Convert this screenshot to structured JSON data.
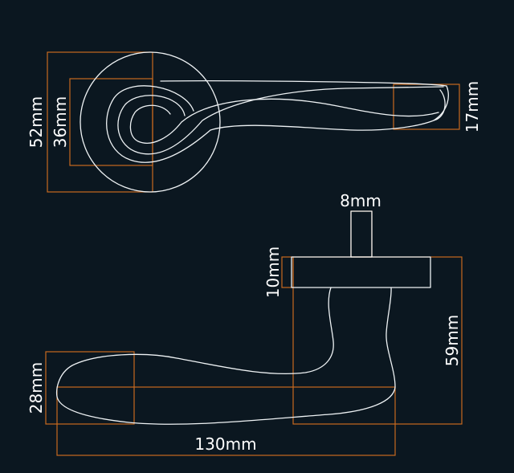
{
  "colors": {
    "background": "#0b1720",
    "outline": "#eef2f4",
    "dimension_line": "#c8691f",
    "label": "#ffffff"
  },
  "views": {
    "top_view": {
      "rose_diameter": "52mm",
      "inner_diameter": "36mm",
      "lever_tip_height": "17mm"
    },
    "side_view": {
      "spindle_width": "8mm",
      "rose_thickness": "10mm",
      "total_height": "59mm",
      "grip_height": "28mm",
      "lever_length": "130mm"
    }
  }
}
